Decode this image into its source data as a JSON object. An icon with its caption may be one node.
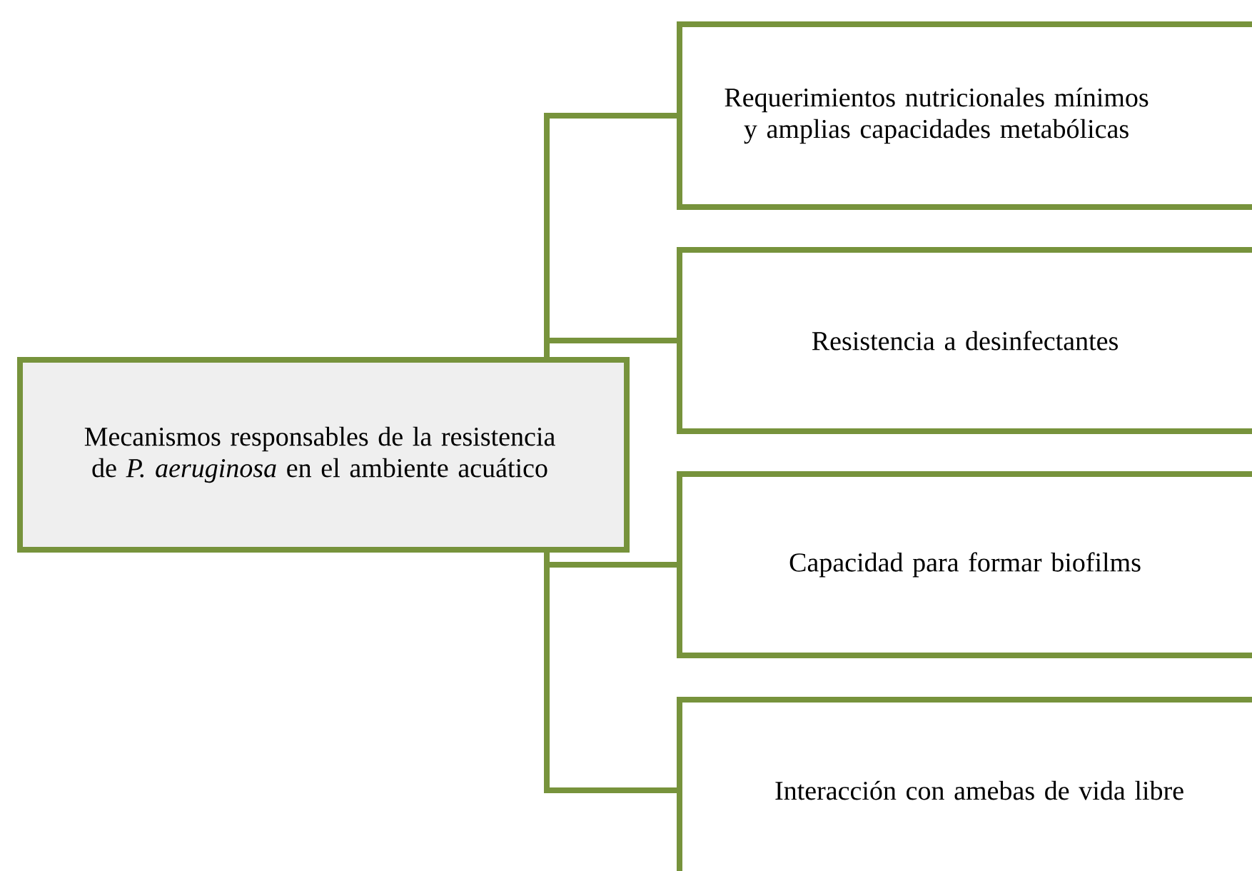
{
  "diagram": {
    "nodes": [
      {
        "text": [
          "Mecanismos responsables de la resistencia de *P. aeruginosa* en el ambiente acuático"
        ]
      },
      {
        "text": [
          "Requerimientos nutricionales mínimos y amplias capacidades metabólicas"
        ]
      },
      {
        "text": [
          "Resistencia a desinfectantes"
        ]
      },
      {
        "text": [
          "Capacidad para formar biofilms"
        ]
      },
      {
        "text": [
          "Interacción con amebas de vida libre"
        ]
      }
    ],
    "edges": [
      {
        "from": 0,
        "to": 1,
        "arrow": "none"
      },
      {
        "from": 0,
        "to": 2,
        "arrow": "none"
      },
      {
        "from": 0,
        "to": 3,
        "arrow": "none"
      },
      {
        "from": 0,
        "to": 4,
        "arrow": "none"
      }
    ]
  }
}
